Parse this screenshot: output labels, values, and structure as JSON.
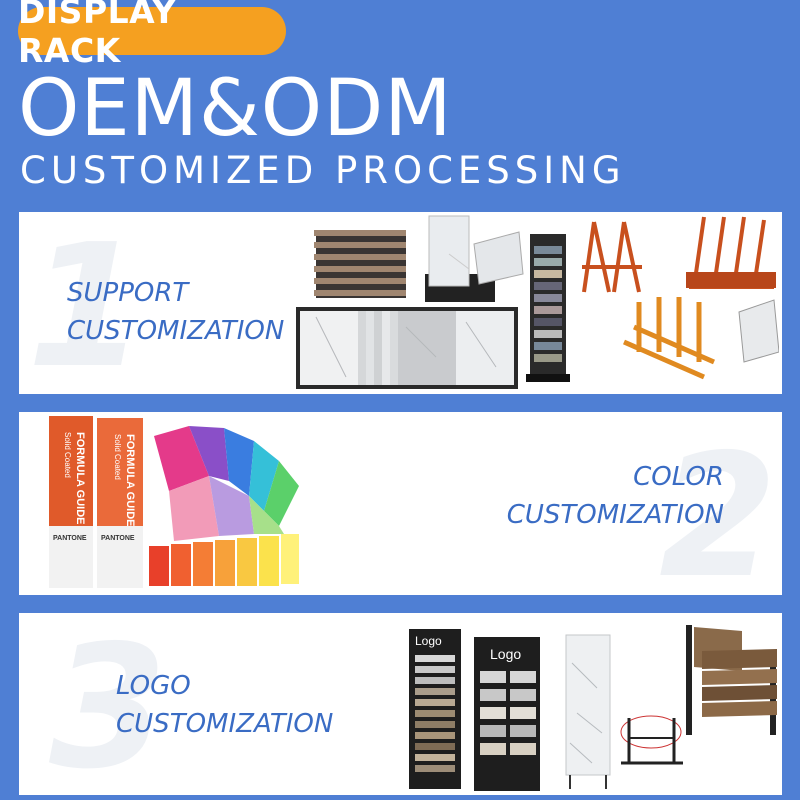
{
  "header": {
    "badge": "DISPLAY RACK",
    "title": "OEM&ODM",
    "subtitle": "CUSTOMIZED PROCESSING"
  },
  "sections": [
    {
      "number": "1",
      "line1": "SUPPORT",
      "line2": "CUSTOMIZATION"
    },
    {
      "number": "2",
      "line1": "COLOR",
      "line2": "CUSTOMIZATION"
    },
    {
      "number": "3",
      "line1": "LOGO",
      "line2": "CUSTOMIZATION"
    }
  ],
  "swatch_book": {
    "book_title": "FORMULA GUIDE",
    "book_sub": "Solid Coated",
    "brand": "PANTONE"
  },
  "rack_logo_text": "Logo",
  "colors": {
    "background": "#4f7fd4",
    "badge": "#f5a020",
    "label": "#3a6cc4",
    "rack_orange": "#c8501e"
  }
}
